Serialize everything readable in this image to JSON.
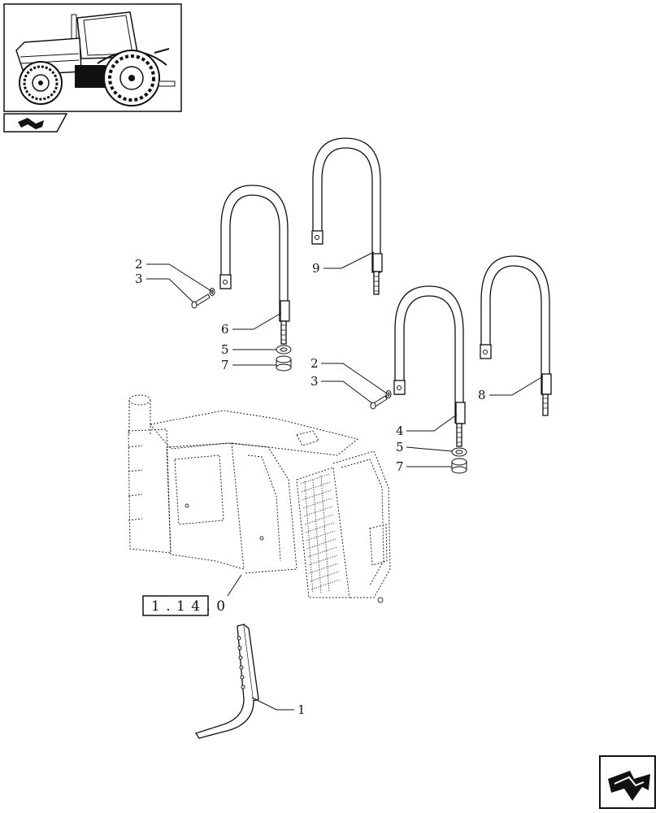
{
  "thumbnail": {
    "icon": "tractor-thumbnail"
  },
  "nav_icons": {
    "top_left": "book-arrow-icon",
    "bottom_right": "next-page-arrow-icon"
  },
  "callouts": {
    "c1": "1",
    "c2a": "2",
    "c3a": "3",
    "c2b": "2",
    "c3b": "3",
    "c4": "4",
    "c5a": "5",
    "c7a": "7",
    "c5b": "5",
    "c7b": "7",
    "c6": "6",
    "c8": "8",
    "c9": "9"
  },
  "reference": {
    "label": "1 . 1 4 . 0"
  }
}
